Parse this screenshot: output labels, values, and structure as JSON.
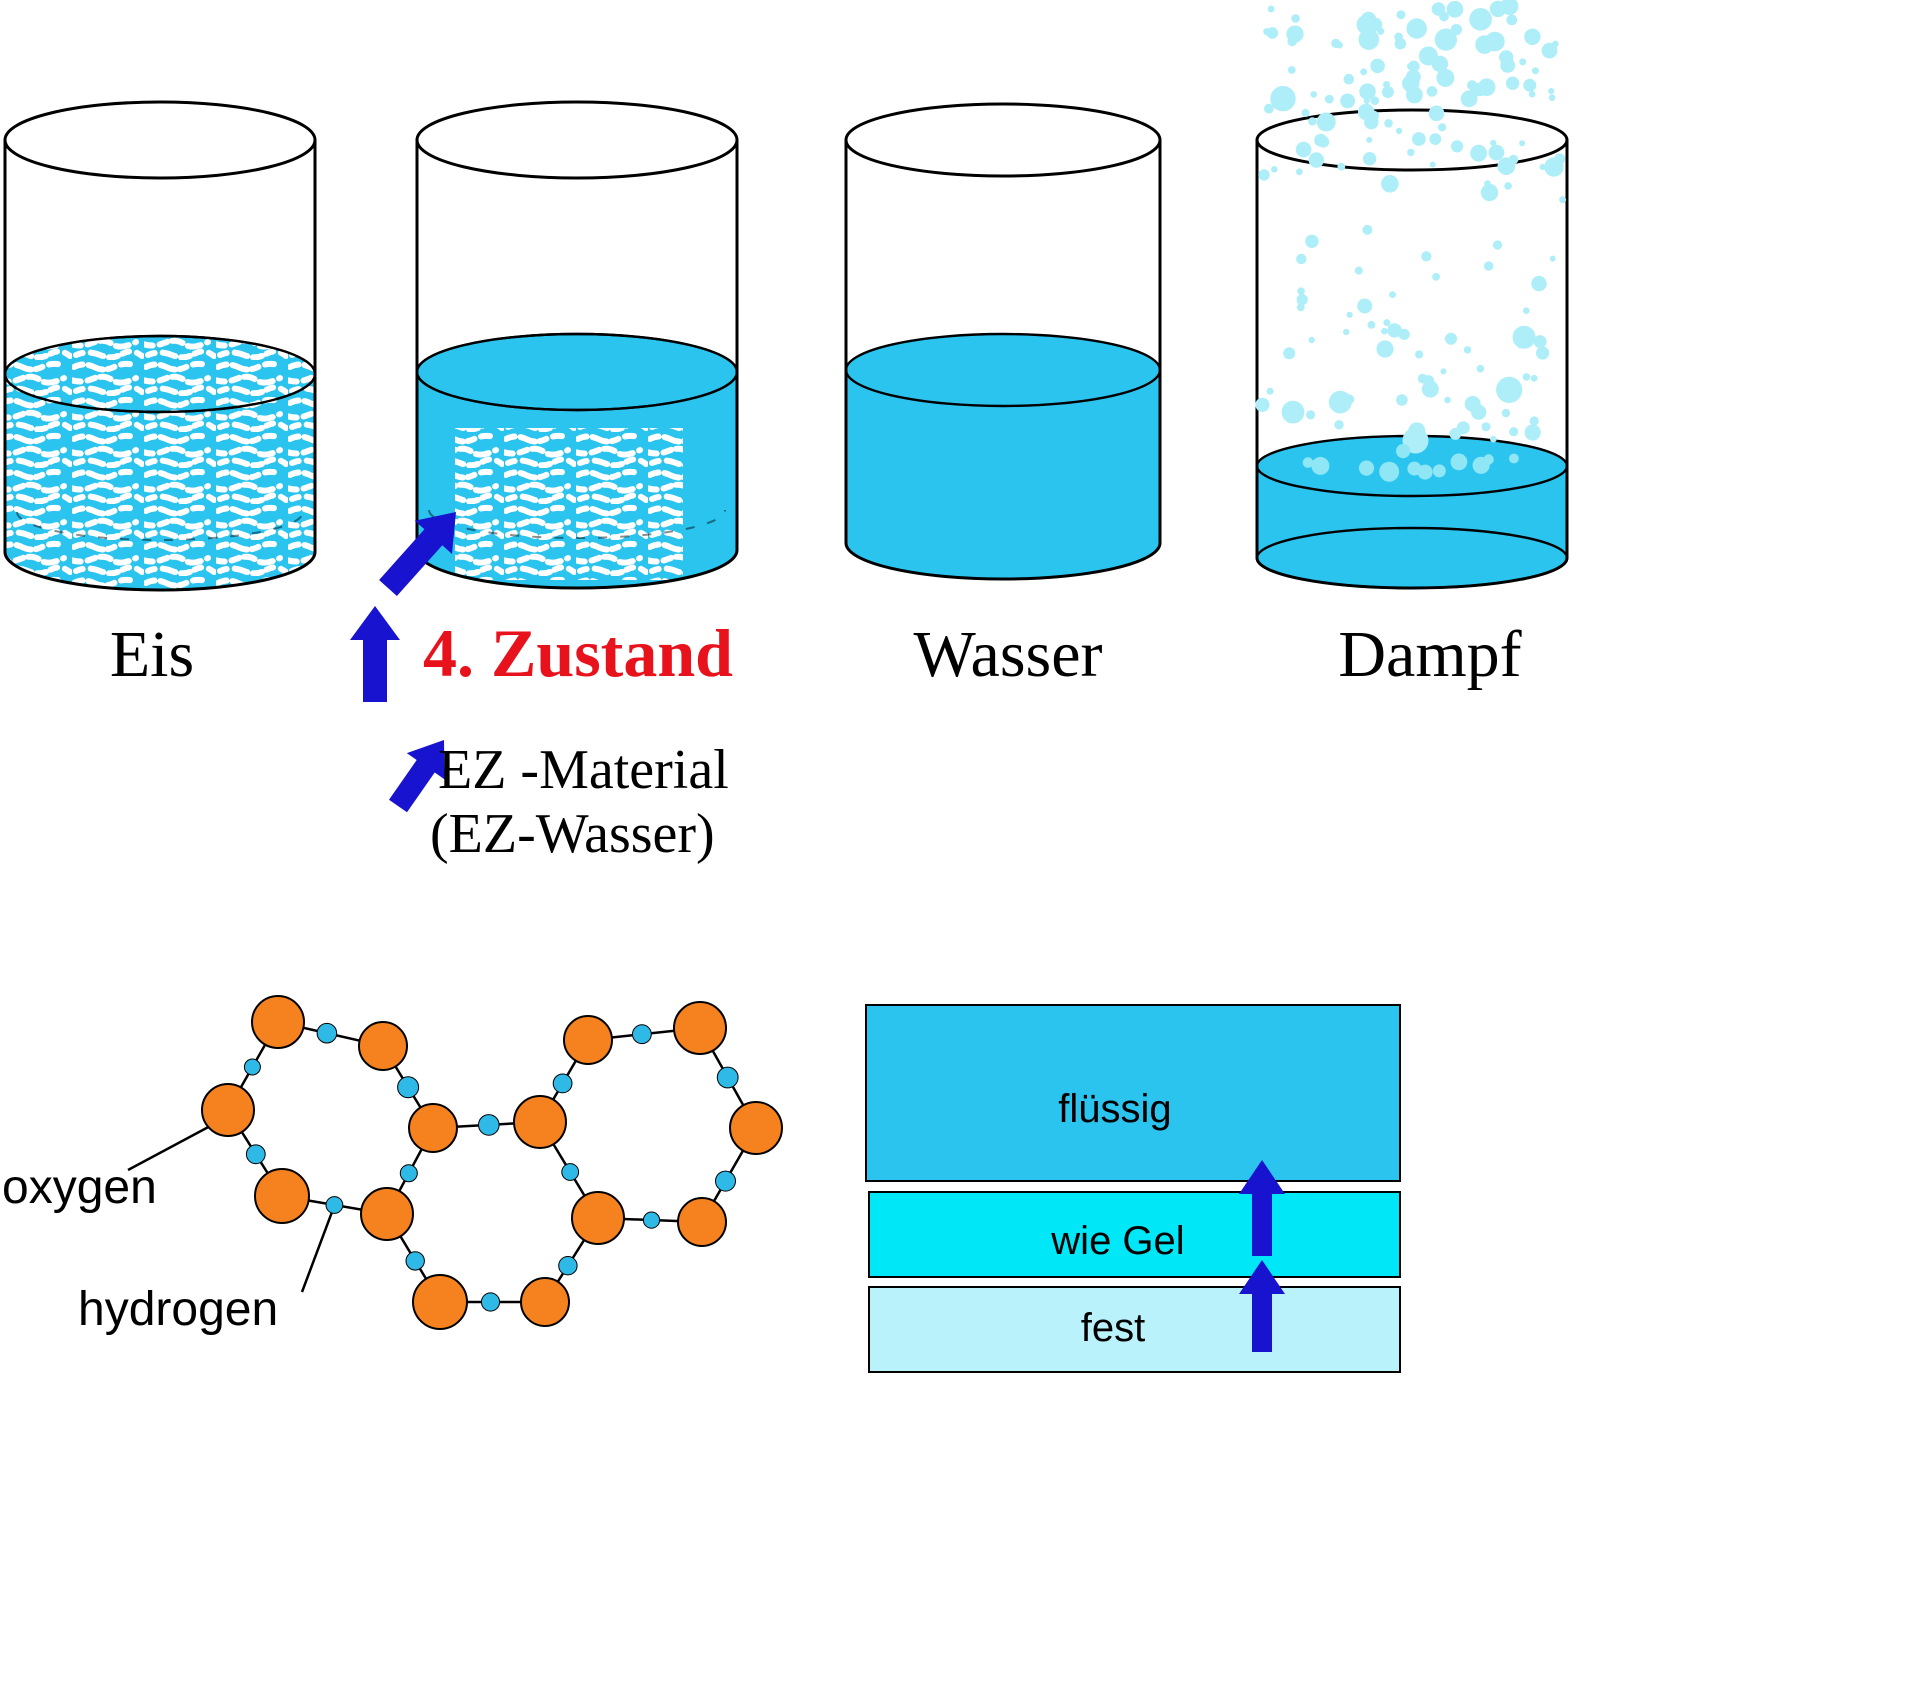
{
  "beakers": [
    {
      "label": "Eis"
    },
    {
      "label": "4. Zustand"
    },
    {
      "label": "Wasser"
    },
    {
      "label": "Dampf"
    }
  ],
  "ez_annotation": {
    "line1": "EZ -Material",
    "line2": "(EZ-Wasser)"
  },
  "molecule": {
    "oxygen_label": "oxygen",
    "hydrogen_label": "hydrogen"
  },
  "phase_bars": [
    {
      "label": "flüssig",
      "color": "#2bc4ef"
    },
    {
      "label": "wie Gel",
      "color": "#00e8f8"
    },
    {
      "label": "fest",
      "color": "#b9f2fb"
    }
  ],
  "colors": {
    "liquid": "#2bc4ef",
    "steam_bubble": "#aeeef8",
    "surface_bubble": "#8fe6f5",
    "arrow_blue": "#1813cf",
    "zustand_red": "#e8121c",
    "oxygen_atom": "#f5821e",
    "hydrogen_atom": "#2fb9e6"
  }
}
